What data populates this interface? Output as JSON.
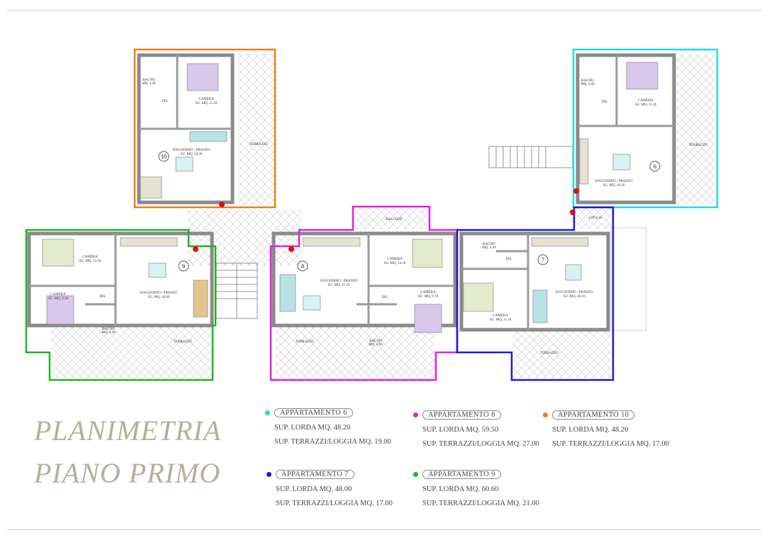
{
  "title": {
    "line1": "PLANIMETRIA",
    "line2": "PIANO PRIMO"
  },
  "legend": [
    {
      "id": "apt6",
      "label": "APPARTAMENTO 6",
      "color": "#22d8e6",
      "lorda": "SUP. LORDA MQ. 48.20",
      "terrazzi": "SUP. TERRAZZI/LOGGIA MQ. 19.00"
    },
    {
      "id": "apt8",
      "label": "APPARTAMENTO 8",
      "color": "#e020e0",
      "lorda": "SUP. LORDA MQ. 59.50",
      "terrazzi": "SUP. TERRAZZI/LOGGIA MQ. 27.00"
    },
    {
      "id": "apt10",
      "label": "APPARTAMENTO 10",
      "color": "#e8801a",
      "lorda": "SUP. LORDA MQ. 48.20",
      "terrazzi": "SUP. TERRAZZI/LOGGIA MQ. 17.00"
    },
    {
      "id": "apt7",
      "label": "APPARTAMENTO 7",
      "color": "#1a1ad0",
      "lorda": "SUP. LORDA MQ. 48.00",
      "terrazzi": "SUP. TERRAZZI/LOGGIA  MQ. 17.00"
    },
    {
      "id": "apt9",
      "label": "APPARTAMENTO 9",
      "color": "#1fb51f",
      "lorda": "SUP. LORDA MQ. 60.60",
      "terrazzi": "SUP. TERRAZZI/LOGGIA MQ. 21.00"
    }
  ],
  "plan_labels": {
    "apt10_num": "10",
    "apt6_num": "6",
    "apt9_num": "9",
    "apt8_num": "8",
    "apt7_num": "7",
    "terrazzo": "TERRAZZO",
    "balcone": "BALCONE",
    "loggia": "LOGGIA",
    "camera": "CAMERA",
    "bagno": "BAGNO",
    "dis": "DIS.",
    "soggiorno": "SOGGIORNO / PRANZO",
    "apt10_camera_sup": "SU. MQ. 11.20",
    "apt10_sogg_sup": "SU. MQ. 20.20",
    "apt6_camera_sup": "SU. MQ. 11.20",
    "apt6_sogg_sup": "SU. MQ. 20.20",
    "apt9_camera1_sup": "SU. MQ. 12.50",
    "apt9_camera2_sup": "SU. MQ. 9.20",
    "apt9_sogg_sup": "SU. MQ. 20.60",
    "apt8_camera1_sup": "SU. MQ. 12.50",
    "apt8_camera2_sup": "SU. MQ. 9.70",
    "apt8_sogg_sup": "SU. MQ. 21.10",
    "apt7_camera_sup": "SU. MQ. 11.10",
    "apt7_sogg_sup": "SU. MQ. 20.10",
    "apt7_bagno_sup": "MQ. 4.30",
    "apt10_bagno_sup": "MQ. 4.40",
    "apt6_bagno_sup": "MQ. 4.40",
    "apt9_bagno_sup": "MQ. 4.00",
    "apt8_bagno_sup": "MQ. 4.00"
  }
}
